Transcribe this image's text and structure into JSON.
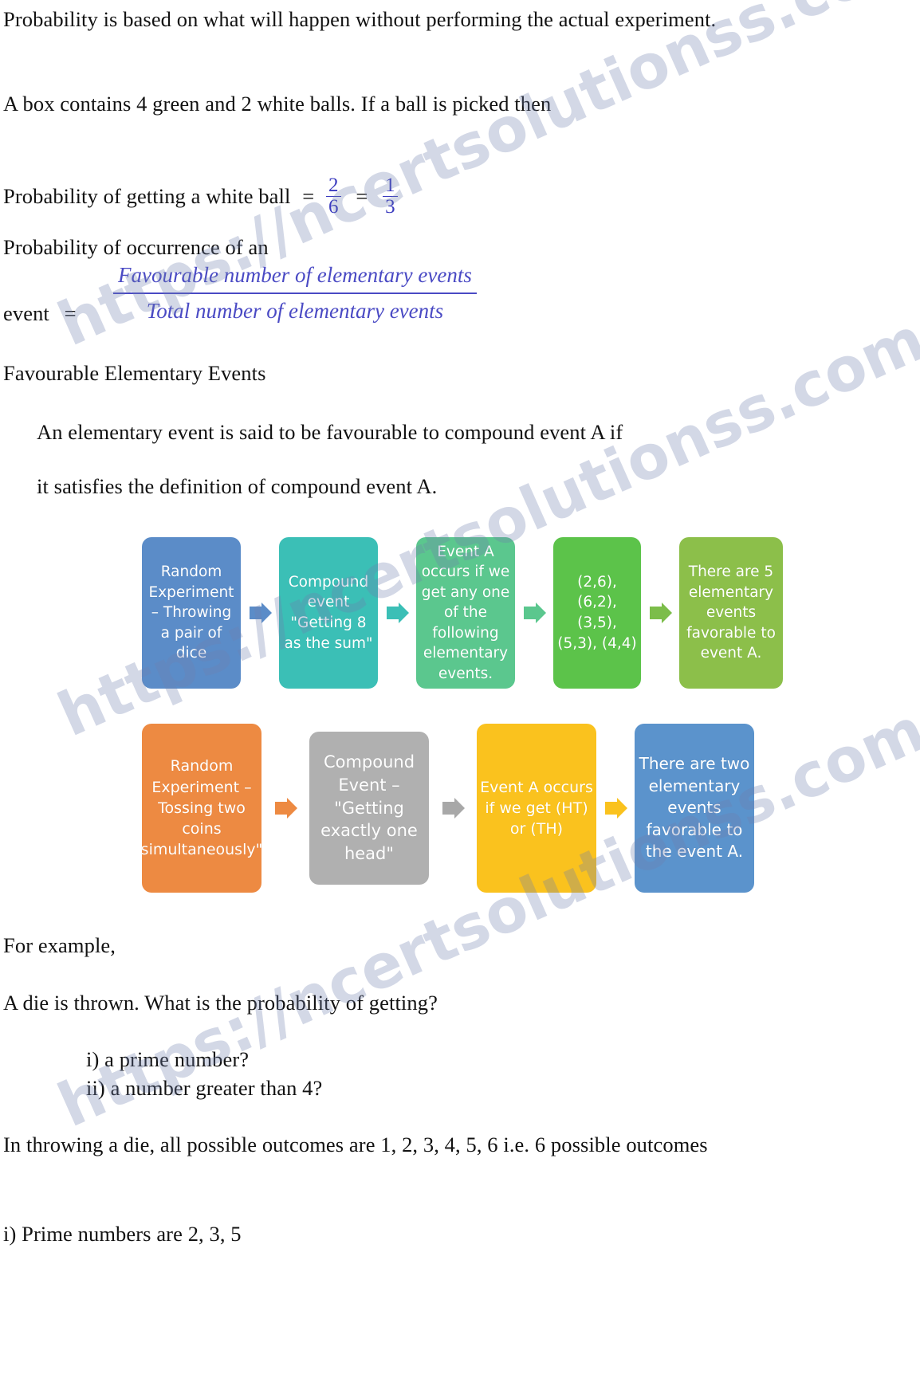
{
  "document": {
    "paragraphs": {
      "p1": "Probability is based on what will happen without performing the actual experiment.",
      "p2": "A box contains 4 green and 2 white balls. If a ball is picked then",
      "p3_label": "Probability of getting a white ball",
      "p3_equals": "=",
      "p3_frac1_num": "2",
      "p3_frac1_den": "6",
      "p3_equals2": "=",
      "p3_frac2_num": "1",
      "p3_frac2_den": "3",
      "p4_line1": "Probability of occurrence of an",
      "p4_line2": "event",
      "p4_equals": "=",
      "p4_frac_num": "Favourable number of elementary events",
      "p4_frac_den": "Total number of elementary events",
      "p5_heading": "Favourable Elementary Events",
      "p6_line1": "An elementary event is said to be favourable to compound event A if",
      "p6_line2": "it satisfies the definition of compound event A.",
      "p7": "For example,",
      "p8": "A die is thrown. What is the probability of getting?",
      "p9_i": "i) a prime number?",
      "p9_ii": "ii) a number greater than 4?",
      "p10": "In throwing a die, all possible outcomes are 1, 2, 3, 4, 5, 6 i.e. 6 possible outcomes",
      "p11": "i) Prime numbers are 2, 3, 5"
    },
    "flowchart_row1": {
      "boxes": [
        {
          "text": "Random Experiment – Throwing a pair of dice",
          "color": "#5b8cc8"
        },
        {
          "text": "Compound event \"Getting 8 as the sum\"",
          "color": "#3bbfb6"
        },
        {
          "text": "Event A occurs if we get any one of the following elementary events.",
          "color": "#5bc78e"
        },
        {
          "text": "(2,6), (6,2), (3,5), (5,3), (4,4)",
          "color": "#5cc34a"
        },
        {
          "text": "There are 5 elementary events favorable to event A.",
          "color": "#8cbf4a"
        }
      ],
      "arrows": [
        {
          "color": "#5b8cc8"
        },
        {
          "color": "#3bbfb6"
        },
        {
          "color": "#5bc78e"
        },
        {
          "color": "#7cbd4a"
        }
      ]
    },
    "flowchart_row2": {
      "boxes": [
        {
          "text": "Random Experiment – Tossing two coins simultaneously\"",
          "color": "#ed8a42"
        },
        {
          "text": "Compound Event – \"Getting exactly one head\"",
          "color": "#b0b0b0"
        },
        {
          "text": "Event A occurs if we get (HT) or (TH)",
          "color": "#fac21e"
        },
        {
          "text": "There are two elementary events favorable to the event A.",
          "color": "#5b93cc"
        }
      ],
      "arrows": [
        {
          "color": "#ed8a42"
        },
        {
          "color": "#a8a8a8"
        },
        {
          "color": "#fac21e"
        }
      ]
    },
    "watermarks": [
      "https://ncertsolutionss.com",
      "https://ncertsolutionss.com",
      "https://ncertsolutionss.com"
    ]
  }
}
